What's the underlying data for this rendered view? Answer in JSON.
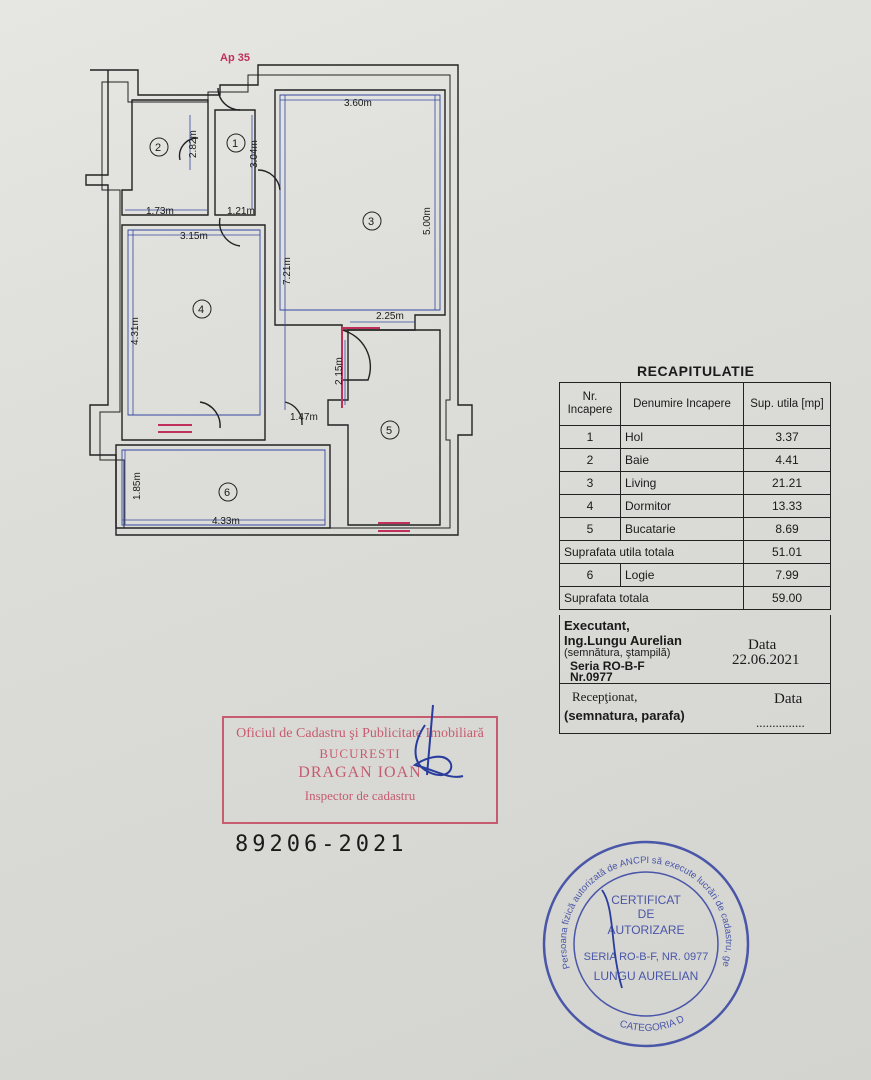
{
  "plan": {
    "apartment_label": "Ap 35",
    "rooms": [
      "1",
      "2",
      "3",
      "4",
      "5",
      "6"
    ],
    "dimensions": [
      "3.60m",
      "5.00m",
      "2.82m",
      "3.04m",
      "1.73m",
      "1.21m",
      "3.15m",
      "7.21m",
      "2.25m",
      "4.31m",
      "2.15m",
      "1.47m",
      "1.85m",
      "4.33m"
    ]
  },
  "recap": {
    "title": "RECAPITULATIE",
    "headers": [
      "Nr. Incapere",
      "Denumire Incapere",
      "Sup. utila [mp]"
    ],
    "rows": [
      {
        "nr": "1",
        "name": "Hol",
        "area": "3.37"
      },
      {
        "nr": "2",
        "name": "Baie",
        "area": "4.41"
      },
      {
        "nr": "3",
        "name": "Living",
        "area": "21.21"
      },
      {
        "nr": "4",
        "name": "Dormitor",
        "area": "13.33"
      },
      {
        "nr": "5",
        "name": "Bucatarie",
        "area": "8.69"
      }
    ],
    "subtotal_label": "Suprafata utila totala",
    "subtotal": "51.01",
    "extra_row": {
      "nr": "6",
      "name": "Logie",
      "area": "7.99"
    },
    "total_label": "Suprafata totala",
    "total": "59.00"
  },
  "signature": {
    "executant": "Executant,",
    "engineer": "Ing.Lungu Aurelian",
    "note": "(semnătura, ştampilă)",
    "serie": "Seria RO-B-F",
    "nr": "Nr.0977",
    "data_label": "Data",
    "data_value": "22.06.2021",
    "receptionat": "Recepţionat,",
    "parafa": "(semnatura, parafa)",
    "data_label2": "Data",
    "dots": "..............."
  },
  "stamp": {
    "line1": "Oficiul de Cadastru şi Publicitate Imobiliară",
    "line2": "BUCURESTI",
    "line3": "DRAGAN IOAN",
    "line4": "Inspector de cadastru"
  },
  "registration": "89206-2021",
  "seal": {
    "ring": "Persoana fizică autorizată de ANCPI să execute lucrări de cadastru, geodezie şi cartografie",
    "bottom": "CATEGORIA D",
    "l1": "CERTIFICAT",
    "l2": "DE",
    "l3": "AUTORIZARE",
    "l4": "SERIA RO-B-F, NR. 0977",
    "l5": "LUNGU AURELIAN"
  },
  "colors": {
    "stamp_red": "#c4465e",
    "seal_blue": "#4a56a8",
    "accent_red": "#c0305a"
  }
}
